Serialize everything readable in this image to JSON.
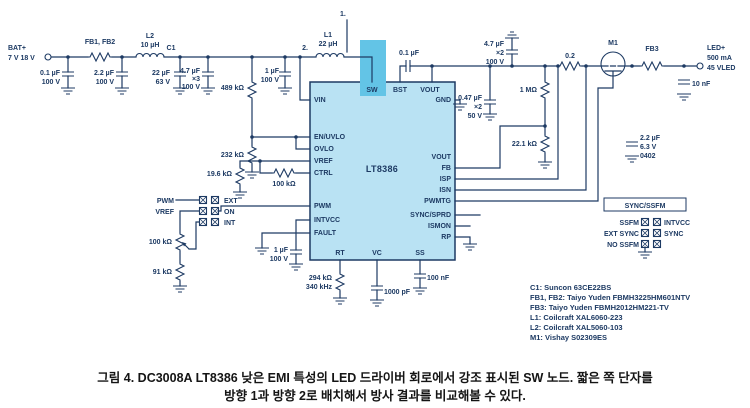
{
  "sch": {
    "marks": {
      "m1": "1.",
      "m2": "2."
    },
    "bat": {
      "name": "BAT+",
      "range": "7 V 18 V"
    },
    "led": {
      "name": "LED+",
      "current": "500 mA",
      "voltage": "45 VLED"
    },
    "c01a": {
      "v": "0.1 µF",
      "r": "100 V"
    },
    "fb12": {
      "name": "FB1, FB2"
    },
    "c22": {
      "v": "2.2 µF",
      "r": "100 V"
    },
    "l2": {
      "name": "L2",
      "v": "10 µH"
    },
    "c1": {
      "name": "C1",
      "v": "22 µF",
      "r": "63 V"
    },
    "c47x3": {
      "v": "4.7 µF",
      "m": "×3",
      "r": "100 V"
    },
    "r489": {
      "v": "489 kΩ"
    },
    "r232": {
      "v": "232 kΩ"
    },
    "c1u_vin": {
      "v": "1 µF",
      "r": "100 V"
    },
    "l1": {
      "name": "L1",
      "v": "22 µH"
    },
    "cbst": {
      "v": "0.1 µF"
    },
    "r196": {
      "v": "19.6 kΩ"
    },
    "rctrl": {
      "v": "100 kΩ"
    },
    "hdr": {
      "pwm": "PWM",
      "vref": "VREF",
      "ext": "EXT",
      "on": "ON",
      "int": "INT"
    },
    "rpot": {
      "v": "100 kΩ"
    },
    "r91": {
      "v": "91 kΩ"
    },
    "c1u_intvcc": {
      "v": "1 µF",
      "r": "100 V"
    },
    "rrt": {
      "v": "294 kΩ",
      "f": "340 kHz"
    },
    "cvc": {
      "v": "1000 pF"
    },
    "css": {
      "v": "100 nF"
    },
    "c47x2": {
      "v": "4.7 µF",
      "m": "×2",
      "r": "100 V"
    },
    "c047": {
      "v": "0.47 µF",
      "m": "×2",
      "r": "50 V"
    },
    "r1m": {
      "v": "1 MΩ"
    },
    "r221": {
      "v": "22.1 kΩ"
    },
    "c22s": {
      "v": "2.2 µF",
      "r": "6.3 V",
      "pkg": "0402"
    },
    "rs": {
      "v": "0.2"
    },
    "m1": {
      "name": "M1"
    },
    "fb3": {
      "name": "FB3"
    },
    "c10n": {
      "v": "10 nF"
    },
    "sync": {
      "title": "SYNC/SSFM",
      "l1": "SSFM",
      "l2": "EXT SYNC",
      "l3": "NO SSFM",
      "r1": "INTVCC",
      "r2": "SYNC"
    },
    "ic": {
      "name": "LT8386",
      "vin": "VIN",
      "en": "EN/UVLO",
      "ovlo": "OVLO",
      "vref": "VREF",
      "ctrl": "CTRL",
      "pwm": "PWM",
      "intvcc": "INTVCC",
      "fault": "FAULT",
      "sw": "SW",
      "bst": "BST",
      "vout_t": "VOUT",
      "gnd": "GND",
      "vout": "VOUT",
      "fb": "FB",
      "isp": "ISP",
      "isn": "ISN",
      "pwmtg": "PWMTG",
      "sync_sprd": "SYNC/SPRD",
      "ismon": "ISMON",
      "rp": "RP",
      "rt": "RT",
      "vc": "VC",
      "ss": "SS"
    }
  },
  "parts": [
    "C1: Suncon 63CE22BS",
    "FB1, FB2: Taiyo Yuden FBMH3225HM601NTV",
    "FB3: Taiyo Yuden FBMH2012HM221-TV",
    "L1: Coilcraft XAL6060-223",
    "L2: Coilcraft XAL5060-103",
    "M1: Vishay S02309ES"
  ],
  "caption": {
    "l1": "그림 4. DC3008A LT8386 낮은 EMI 특성의 LED 드라이버 회로에서 강조 표시된 SW 노드. 짧은 쪽 단자를",
    "l2": "방향 1과 방향 2로 배치해서 방사 결과를 비교해볼 수 있다."
  }
}
